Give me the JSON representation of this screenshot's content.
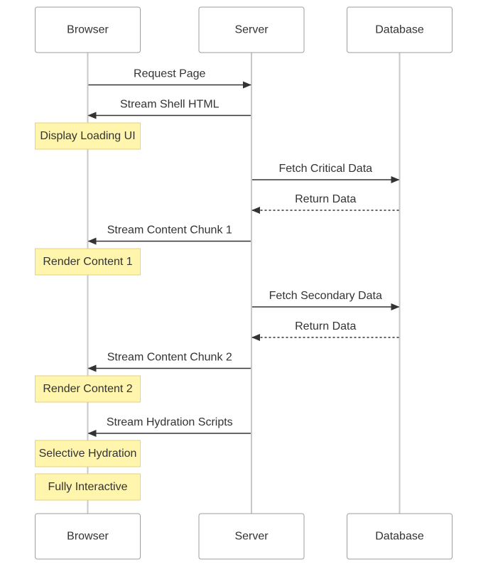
{
  "participants": [
    {
      "id": "browser",
      "label": "Browser"
    },
    {
      "id": "server",
      "label": "Server"
    },
    {
      "id": "database",
      "label": "Database"
    }
  ],
  "steps": [
    {
      "kind": "message",
      "from": "browser",
      "to": "server",
      "label": "Request Page",
      "style": "solid"
    },
    {
      "kind": "message",
      "from": "server",
      "to": "browser",
      "label": "Stream Shell HTML",
      "style": "solid"
    },
    {
      "kind": "note",
      "over": "browser",
      "label": "Display Loading UI"
    },
    {
      "kind": "message",
      "from": "server",
      "to": "database",
      "label": "Fetch Critical Data",
      "style": "solid"
    },
    {
      "kind": "message",
      "from": "database",
      "to": "server",
      "label": "Return Data",
      "style": "dashed"
    },
    {
      "kind": "message",
      "from": "server",
      "to": "browser",
      "label": "Stream Content Chunk 1",
      "style": "solid"
    },
    {
      "kind": "note",
      "over": "browser",
      "label": "Render Content 1"
    },
    {
      "kind": "message",
      "from": "server",
      "to": "database",
      "label": "Fetch Secondary Data",
      "style": "solid"
    },
    {
      "kind": "message",
      "from": "database",
      "to": "server",
      "label": "Return Data",
      "style": "dashed"
    },
    {
      "kind": "message",
      "from": "server",
      "to": "browser",
      "label": "Stream Content Chunk 2",
      "style": "solid"
    },
    {
      "kind": "note",
      "over": "browser",
      "label": "Render Content 2"
    },
    {
      "kind": "message",
      "from": "server",
      "to": "browser",
      "label": "Stream Hydration Scripts",
      "style": "solid"
    },
    {
      "kind": "note",
      "over": "browser",
      "label": "Selective Hydration"
    },
    {
      "kind": "note",
      "over": "browser",
      "label": "Fully Interactive"
    }
  ],
  "colors": {
    "note_fill": "#fff5ad",
    "note_border": "#e6d280",
    "lifeline": "#c8c8c8",
    "actor_border": "#9e9e9e",
    "text": "#333333",
    "arrow": "#333333"
  }
}
